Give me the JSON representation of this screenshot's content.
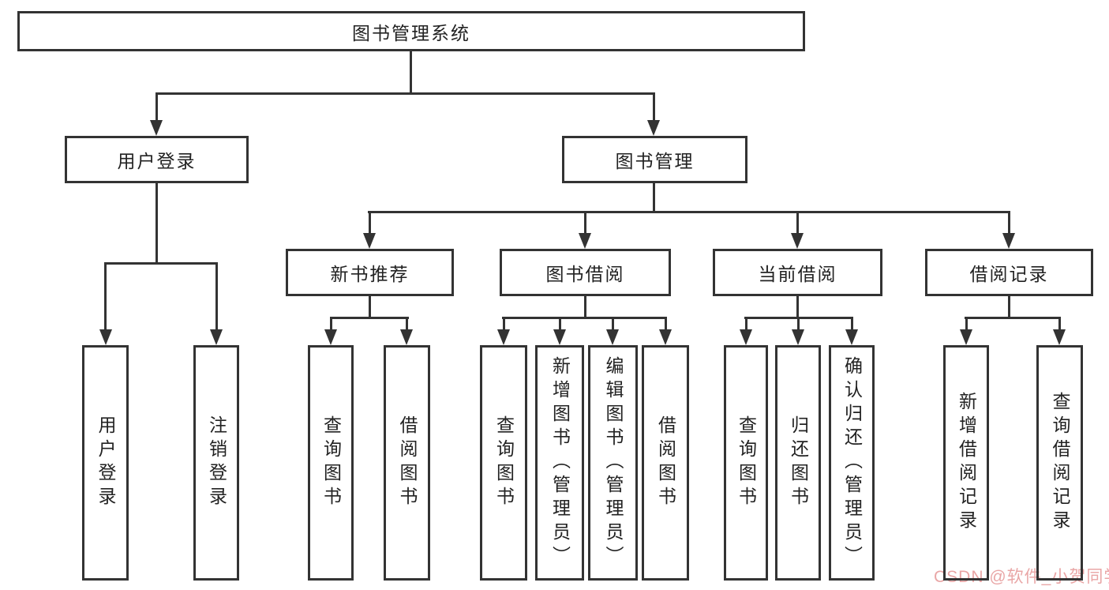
{
  "diagram": {
    "type": "tree-flowchart",
    "colors": {
      "line": "#333333",
      "text": "#222222",
      "background": "#ffffff",
      "watermark": "#e9a6a6"
    },
    "nodes": {
      "root": "图书管理系统",
      "userLogin": "用户登录",
      "bookMgmt": "图书管理",
      "newBookRec": "新书推荐",
      "bookBorrow": "图书借阅",
      "currentBorrow": "当前借阅",
      "borrowRecord": "借阅记录",
      "ulUserLogin": "用户登录",
      "ulLogout": "注销登录",
      "nbQueryBook": "查询图书",
      "nbBorrowBook": "借阅图书",
      "bbQueryBook": "查询图书",
      "bbAddBook": "新增图书（管理员）",
      "bbEditBook": "编辑图书（管理员）",
      "bbBorrowBook": "借阅图书",
      "cbQueryBook": "查询图书",
      "cbReturnBook": "归还图书",
      "cbConfirmReturn": "确认归还（管理员）",
      "brAddRecord": "新增借阅记录",
      "brQueryRecord": "查询借阅记录"
    },
    "structure": {
      "图书管理系统": {
        "用户登录": [
          "用户登录",
          "注销登录"
        ],
        "图书管理": {
          "新书推荐": [
            "查询图书",
            "借阅图书"
          ],
          "图书借阅": [
            "查询图书",
            "新增图书（管理员）",
            "编辑图书（管理员）",
            "借阅图书"
          ],
          "当前借阅": [
            "查询图书",
            "归还图书",
            "确认归还（管理员）"
          ],
          "借阅记录": [
            "新增借阅记录",
            "查询借阅记录"
          ]
        }
      }
    }
  },
  "watermark": {
    "text": "CSDN @软件_小贺同学"
  }
}
